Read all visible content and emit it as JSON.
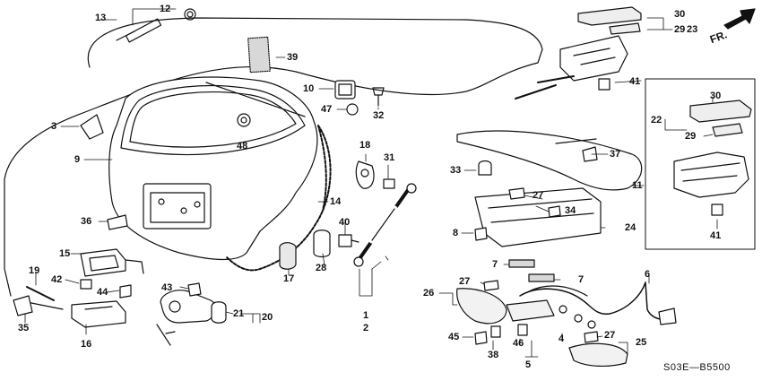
{
  "diagram": {
    "reference_code": "S03E—B5500",
    "direction_label": "FR.",
    "part_numbers": [
      "1",
      "2",
      "3",
      "4",
      "5",
      "6",
      "7",
      "8",
      "9",
      "10",
      "11",
      "12",
      "13",
      "14",
      "15",
      "16",
      "17",
      "18",
      "19",
      "20",
      "21",
      "22",
      "23",
      "24",
      "25",
      "26",
      "27",
      "28",
      "29",
      "30",
      "31",
      "32",
      "33",
      "34",
      "35",
      "36",
      "37",
      "38",
      "39",
      "40",
      "41",
      "42",
      "43",
      "44",
      "45",
      "46",
      "47",
      "48"
    ]
  }
}
